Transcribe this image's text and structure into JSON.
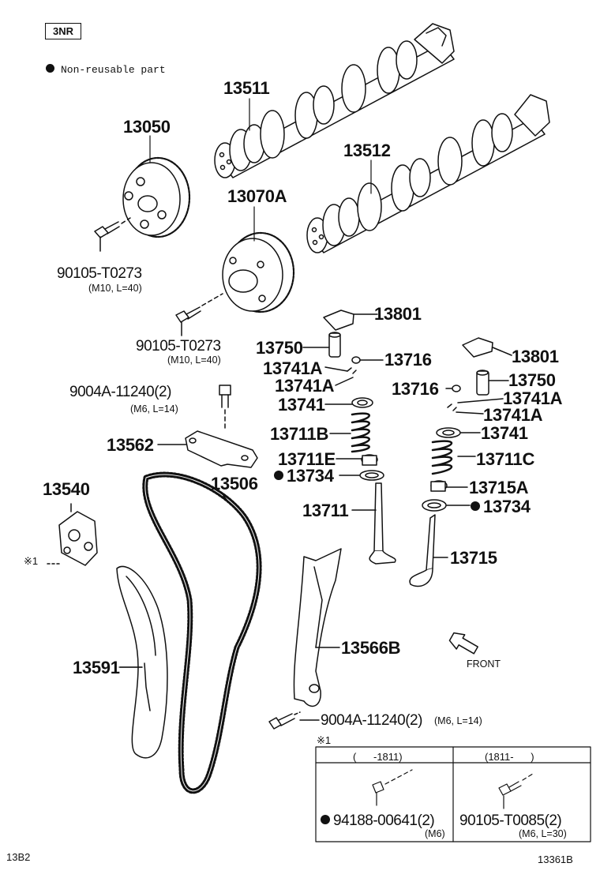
{
  "engine_code": "3NR",
  "legend": {
    "text": "Non-reusable part"
  },
  "parts": {
    "p13511": "13511",
    "p13050": "13050",
    "p13512": "13512",
    "p13070a": "13070A",
    "bolt_upper": "90105-T0273",
    "bolt_upper_spec": "(M10, L=40)",
    "bolt_lower": "90105-T0273",
    "bolt_lower_spec": "(M10, L=40)",
    "bolt_m6": "9004A-11240(2)",
    "bolt_m6_spec": "(M6, L=14)",
    "p13801_left": "13801",
    "p13801_right": "13801",
    "p13750_left": "13750",
    "p13750_right": "13750",
    "p13716_left": "13716",
    "p13716_right": "13716",
    "p13741a_1": "13741A",
    "p13741a_2": "13741A",
    "p13741a_3": "13741A",
    "p13741a_4": "13741A",
    "p13741_left": "13741",
    "p13741_right": "13741",
    "p13711b": "13711B",
    "p13711c": "13711C",
    "p13711e": "13711E",
    "p13715a": "13715A",
    "p13734_left": "13734",
    "p13734_right": "13734",
    "p13711": "13711",
    "p13715": "13715",
    "p13562": "13562",
    "p13540": "13540",
    "p13506": "13506",
    "p13591": "13591",
    "p13566b": "13566B",
    "bolt_bottom": "9004A-11240(2)",
    "bolt_bottom_spec": "(M6, L=14)"
  },
  "side_note": "※1",
  "front_label": "FRONT",
  "variant_table": {
    "mark": "※1",
    "left": {
      "range": "(      -1811)",
      "part": "94188-00641(2)",
      "spec": "(M6)"
    },
    "right": {
      "range": "(1811-      )",
      "part": "90105-T0085(2)",
      "spec": "(M6, L=30)"
    }
  },
  "footer": {
    "left": "13B2",
    "right": "13361B"
  }
}
